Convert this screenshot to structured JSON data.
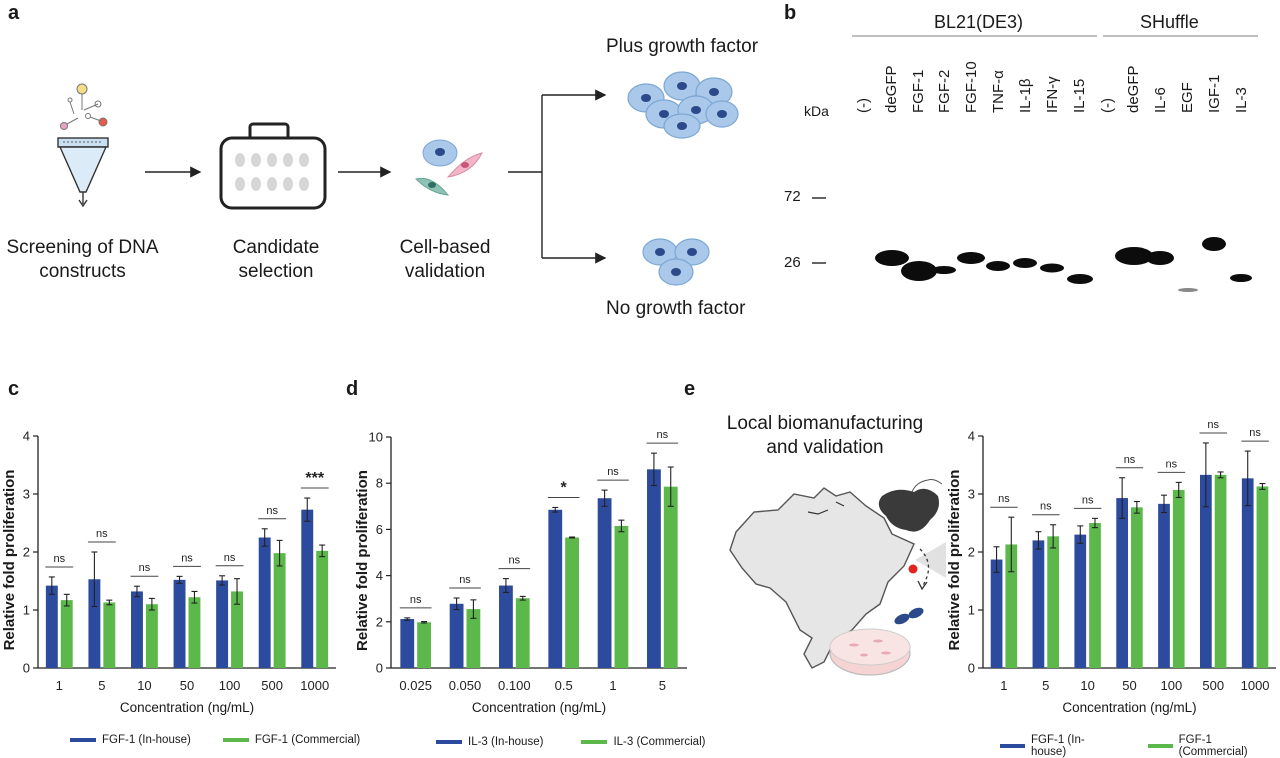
{
  "panels": {
    "a": {
      "label": "a",
      "steps": [
        {
          "line1": "Screening of DNA",
          "line2": "constructs"
        },
        {
          "line1": "Candidate",
          "line2": "selection"
        },
        {
          "line1": "Cell-based",
          "line2": "validation"
        }
      ],
      "outcome_plus": "Plus growth factor",
      "outcome_minus": "No growth factor"
    },
    "b": {
      "label": "b",
      "group1": "BL21(DE3)",
      "group2": "SHuffle",
      "kda": "kDa",
      "marker_72": "72",
      "marker_26": "26",
      "lanes": [
        "(-)",
        "deGFP",
        "FGF-1",
        "FGF-2",
        "FGF-10",
        "TNF-α",
        "IL-1β",
        "IFN-γ",
        "IL-15",
        "(-)",
        "deGFP",
        "IL-6",
        "EGF",
        "IGF-1",
        "IL-3"
      ]
    },
    "c": {
      "label": "c"
    },
    "d": {
      "label": "d"
    },
    "e": {
      "label": "e",
      "title_line1": "Local biomanufacturing",
      "title_line2": "and validation"
    }
  },
  "colors": {
    "inhouse": "#2d4b9e",
    "commercial": "#5cb84a",
    "accent": "#e32222"
  },
  "chart_data": [
    {
      "id": "c",
      "type": "bar",
      "categories": [
        "1",
        "5",
        "10",
        "50",
        "100",
        "500",
        "1000"
      ],
      "series": [
        {
          "name": "FGF-1 (In-house)",
          "values": [
            1.42,
            1.53,
            1.32,
            1.52,
            1.51,
            2.25,
            2.73
          ],
          "err": [
            0.15,
            0.47,
            0.09,
            0.06,
            0.08,
            0.15,
            0.2
          ]
        },
        {
          "name": "FGF-1 (Commercial)",
          "values": [
            1.17,
            1.13,
            1.1,
            1.22,
            1.32,
            1.98,
            2.02
          ],
          "err": [
            0.1,
            0.04,
            0.1,
            0.1,
            0.22,
            0.22,
            0.1
          ]
        }
      ],
      "sig": [
        "ns",
        "ns",
        "ns",
        "ns",
        "ns",
        "ns",
        "***"
      ],
      "xlabel": "Concentration (ng/mL)",
      "ylabel": "Relative fold proliferation",
      "ylim": [
        0,
        4
      ],
      "yticks": [
        "0",
        "1",
        "2",
        "3",
        "4"
      ]
    },
    {
      "id": "d",
      "type": "bar",
      "categories": [
        "0.025",
        "0.050",
        "0.100",
        "0.5",
        "1",
        "5"
      ],
      "series": [
        {
          "name": "IL-3 (In-house)",
          "values": [
            2.12,
            2.78,
            3.57,
            6.85,
            7.35,
            8.6
          ],
          "err": [
            0.05,
            0.25,
            0.3,
            0.1,
            0.35,
            0.7
          ]
        },
        {
          "name": "IL-3 (Commercial)",
          "values": [
            1.98,
            2.55,
            3.02,
            5.65,
            6.15,
            7.85
          ],
          "err": [
            0.03,
            0.4,
            0.08,
            0.02,
            0.25,
            0.85
          ]
        }
      ],
      "sig": [
        "ns",
        "ns",
        "ns",
        "*",
        "ns",
        "ns"
      ],
      "xlabel": "Concentration (ng/mL)",
      "ylabel": "Relative fold proliferation",
      "ylim": [
        0,
        10
      ],
      "yticks": [
        "0",
        "2",
        "4",
        "6",
        "8",
        "10"
      ]
    },
    {
      "id": "e",
      "type": "bar",
      "categories": [
        "1",
        "5",
        "10",
        "50",
        "100",
        "500",
        "1000"
      ],
      "series": [
        {
          "name": "FGF-1 (In-house)",
          "values": [
            1.87,
            2.2,
            2.3,
            2.93,
            2.83,
            3.33,
            3.27
          ],
          "err": [
            0.22,
            0.15,
            0.15,
            0.35,
            0.15,
            0.55,
            0.47
          ]
        },
        {
          "name": "FGF-1 (Commercial)",
          "values": [
            2.13,
            2.27,
            2.5,
            2.77,
            3.07,
            3.33,
            3.13
          ],
          "err": [
            0.47,
            0.2,
            0.08,
            0.1,
            0.13,
            0.05,
            0.05
          ]
        }
      ],
      "sig": [
        "ns",
        "ns",
        "ns",
        "ns",
        "ns",
        "ns",
        "ns"
      ],
      "xlabel": "Concentration (ng/mL)",
      "ylabel": "Relative fold proliferation",
      "ylim": [
        0,
        4
      ],
      "yticks": [
        "0",
        "1",
        "2",
        "3",
        "4"
      ]
    }
  ]
}
